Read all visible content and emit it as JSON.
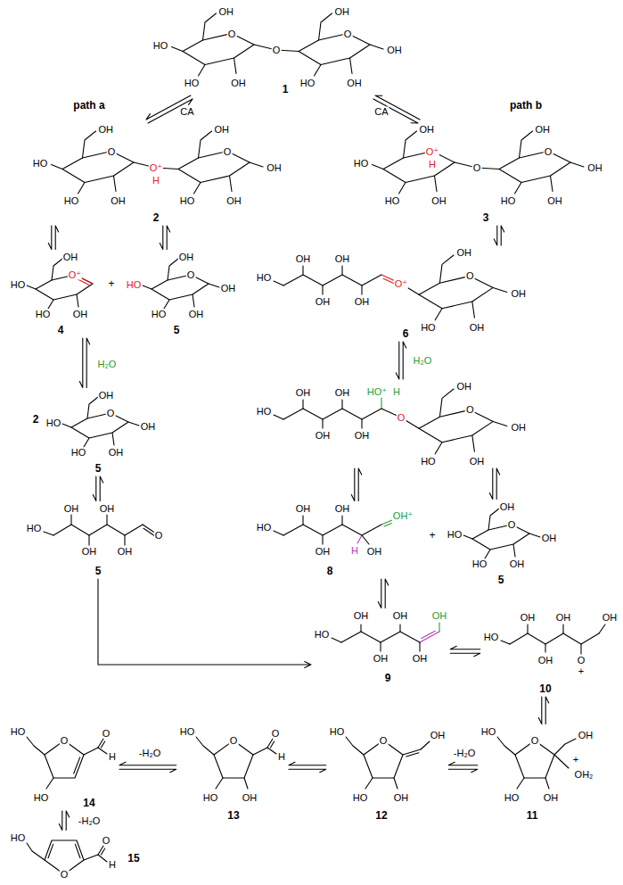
{
  "diagram": {
    "nodes": [
      {
        "text": [
          "OH",
          "HO",
          "HO",
          "O",
          "OH",
          "O",
          "OH",
          "HO",
          "O",
          "OH",
          "OH",
          "1"
        ]
      },
      {
        "text": [
          "OH",
          "HO",
          "HO",
          "O",
          "OH",
          "O⁺",
          "H",
          "OH",
          "HO",
          "O",
          "OH",
          "OH",
          "2"
        ]
      },
      {
        "text": [
          "OH",
          "HO",
          "HO",
          "O⁺",
          "H",
          "OH",
          "O",
          "OH",
          "HO",
          "O",
          "OH",
          "OH",
          "3"
        ]
      },
      {
        "text": [
          "OH",
          "HO",
          "HO",
          "O⁺",
          "OH",
          "4"
        ]
      },
      {
        "text": [
          "OH",
          "HO",
          "HO",
          "O",
          "OH",
          "OH",
          "5"
        ]
      },
      {
        "text": [
          "HO",
          "OH",
          "OH",
          "OH",
          "OH",
          "O⁺",
          "OH",
          "HO",
          "O",
          "OH",
          "OH",
          "6"
        ]
      },
      {
        "text": [
          "OH",
          "HO",
          "HO",
          "O",
          "OH",
          "OH",
          "5"
        ]
      },
      {
        "text": [
          "HO",
          "OH",
          "OH",
          "OH",
          "OH",
          "HO⁺",
          "H",
          "O",
          "OH",
          "HO",
          "O",
          "OH",
          "OH"
        ]
      },
      {
        "text": [
          "HO",
          "OH",
          "OH",
          "OH",
          "OH",
          "O",
          "5"
        ]
      },
      {
        "text": [
          "HO",
          "OH",
          "OH",
          "OH",
          "H",
          "OH",
          "OH⁺",
          "8"
        ]
      },
      {
        "text": [
          "OH",
          "HO",
          "HO",
          "O",
          "OH",
          "OH",
          "5"
        ]
      },
      {
        "text": [
          "HO",
          "OH",
          "OH",
          "OH",
          "OH",
          "OH",
          "9"
        ]
      },
      {
        "text": [
          "HO",
          "OH",
          "OH",
          "OH",
          "OH",
          "O",
          "+",
          "10"
        ]
      },
      {
        "text": [
          "HO",
          "O",
          "O",
          "H",
          "HO",
          "14"
        ]
      },
      {
        "text": [
          "HO",
          "O",
          "O",
          "H",
          "HO",
          "OH",
          "13"
        ]
      },
      {
        "text": [
          "HO",
          "O",
          "OH",
          "HO",
          "OH",
          "12"
        ]
      },
      {
        "text": [
          "HO",
          "O",
          "OH",
          "+",
          "OH₂",
          "HO",
          "OH",
          "11"
        ]
      },
      {
        "text": [
          "HO",
          "O",
          "O",
          "H",
          "15"
        ]
      }
    ],
    "edges": [
      {
        "from": 0,
        "to": 1,
        "arrow": "both",
        "label": "CA"
      },
      {
        "from": 0,
        "to": 2,
        "arrow": "both",
        "label": "CA"
      },
      {
        "from": 1,
        "to": 3,
        "arrow": "both"
      },
      {
        "from": 1,
        "to": 4,
        "arrow": "both"
      },
      {
        "from": 3,
        "to": 6,
        "arrow": "both",
        "label": "H₂O"
      },
      {
        "from": 6,
        "to": 8,
        "arrow": "both"
      },
      {
        "from": 8,
        "to": 11,
        "arrow": "to"
      },
      {
        "from": 2,
        "to": 5,
        "arrow": "both"
      },
      {
        "from": 5,
        "to": 7,
        "arrow": "both",
        "label": "H₂O"
      },
      {
        "from": 7,
        "to": 9,
        "arrow": "both"
      },
      {
        "from": 7,
        "to": 10,
        "arrow": "both"
      },
      {
        "from": 9,
        "to": 11,
        "arrow": "both"
      },
      {
        "from": 11,
        "to": 12,
        "arrow": "both"
      },
      {
        "from": 12,
        "to": 16,
        "arrow": "both"
      },
      {
        "from": 16,
        "to": 15,
        "arrow": "both",
        "label": "-H₂O"
      },
      {
        "from": 15,
        "to": 14,
        "arrow": "both"
      },
      {
        "from": 14,
        "to": 13,
        "arrow": "both",
        "label": "-H₂O"
      },
      {
        "from": 13,
        "to": 17,
        "arrow": "both",
        "label": "-H₂O"
      }
    ],
    "labels": [
      "path a",
      "path b",
      "+",
      "2",
      "+"
    ]
  }
}
